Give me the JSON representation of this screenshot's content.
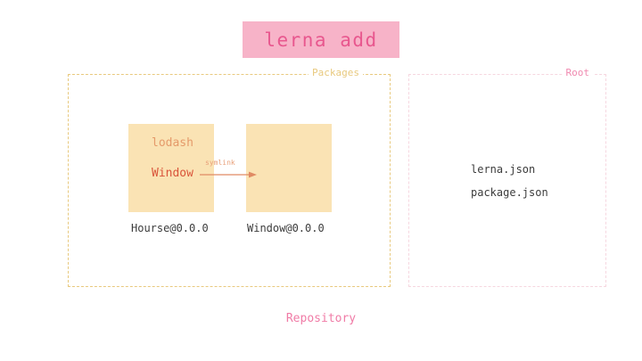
{
  "diagram": {
    "title": "lerna add",
    "footer_label": "Repository",
    "colors": {
      "banner_bg": "#f7b3c8",
      "banner_text": "#e8578e",
      "packages_border": "#e8c97e",
      "packages_label": "#e8c97e",
      "root_border": "#f6d7e0",
      "root_label": "#f08ab0",
      "package_box": "#fae3b4",
      "dep_lodash": "#e59a6a",
      "dep_window": "#d9543a",
      "arrow": "#e08a63",
      "caption": "#3c3c3c",
      "footer": "#f07ba6",
      "background": "#ffffff"
    },
    "panels": {
      "packages": {
        "label": "Packages",
        "boxes": [
          {
            "caption": "Hourse@0.0.0",
            "dependencies": [
              {
                "name": "lodash"
              },
              {
                "name": "Window"
              }
            ]
          },
          {
            "caption": "Window@0.0.0",
            "dependencies": []
          }
        ],
        "connector": {
          "label": "symlink",
          "from": "Window",
          "to": "Window@0.0.0"
        }
      },
      "root": {
        "label": "Root",
        "files": [
          "lerna.json",
          "package.json"
        ]
      }
    }
  }
}
